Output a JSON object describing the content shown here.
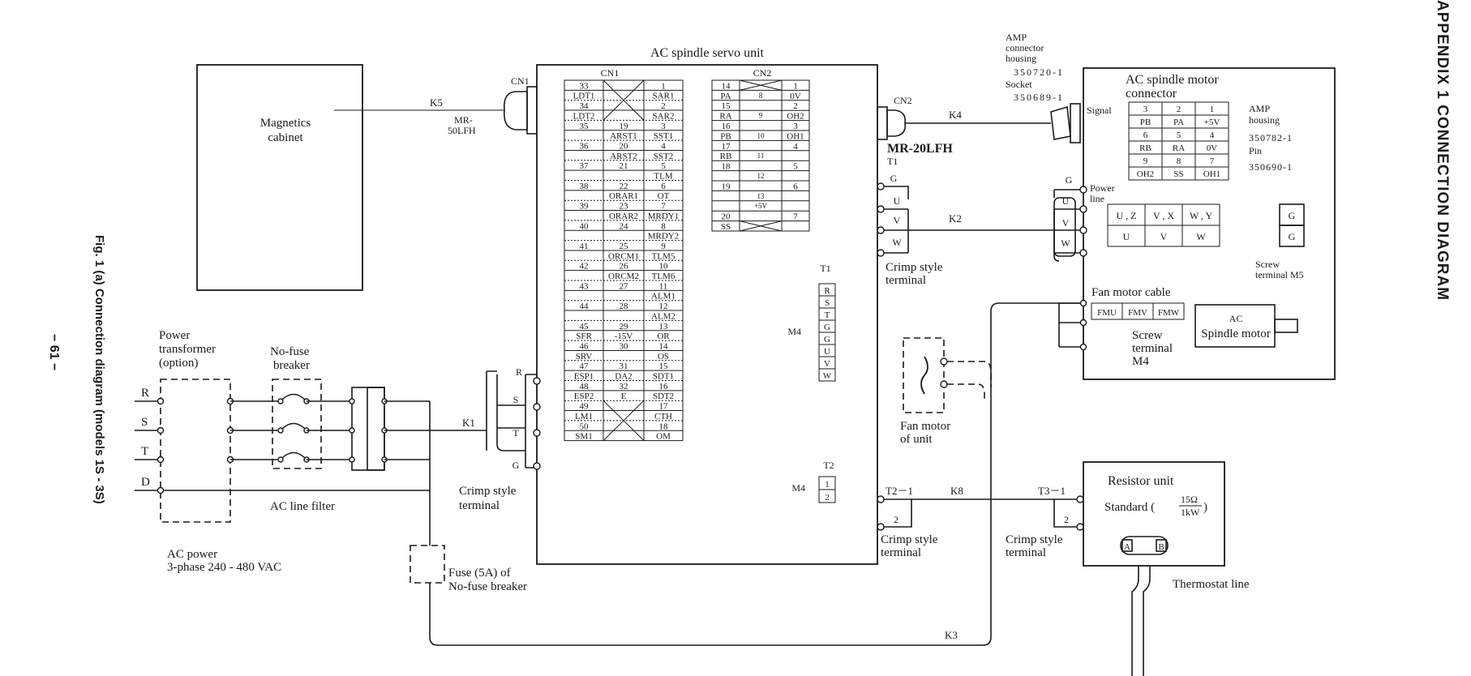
{
  "header": {
    "appendix_title": "APPENDIX 1  CONNECTION  DIAGRAM",
    "figure_caption": "Fig. 1 (a)  Connection diagram (models 1S - 3S)",
    "page_number": "− 61 −"
  },
  "servo_unit": {
    "title": "AC spindle servo unit",
    "cn1_label": "CN1",
    "cn2_label": "CN2",
    "t1_label": "T1",
    "t2_label": "T2",
    "m4_label": "M4",
    "t1_terminals": [
      "R",
      "S",
      "T",
      "G",
      "G",
      "U",
      "V",
      "W"
    ],
    "t2_terminals": [
      "1",
      "2"
    ],
    "cn1_rows": [
      {
        "a": "33",
        "b": "",
        "c": "1"
      },
      {
        "a": "LDT1",
        "b": "",
        "c": "SAR1"
      },
      {
        "a": "34",
        "b": "",
        "c": "2"
      },
      {
        "a": "LDT2",
        "b": "",
        "c": "SAR2"
      },
      {
        "a": "35",
        "b": "19",
        "c": "3"
      },
      {
        "a": "",
        "b": "ARST1",
        "c": "SST1"
      },
      {
        "a": "36",
        "b": "20",
        "c": "4"
      },
      {
        "a": "",
        "b": "ARST2",
        "c": "SST2"
      },
      {
        "a": "37",
        "b": "21",
        "c": "5"
      },
      {
        "a": "",
        "b": "",
        "c": "TLM"
      },
      {
        "a": "38",
        "b": "22",
        "c": "6"
      },
      {
        "a": "",
        "b": "ORAR1",
        "c": "OT"
      },
      {
        "a": "39",
        "b": "23",
        "c": "7"
      },
      {
        "a": "",
        "b": "ORAR2",
        "c": "MRDY1"
      },
      {
        "a": "40",
        "b": "24",
        "c": "8"
      },
      {
        "a": "",
        "b": "",
        "c": "MRDY2"
      },
      {
        "a": "41",
        "b": "25",
        "c": "9"
      },
      {
        "a": "",
        "b": "ORCM1",
        "c": "TLM5"
      },
      {
        "a": "42",
        "b": "26",
        "c": "10"
      },
      {
        "a": "",
        "b": "ORCM2",
        "c": "TLM6"
      },
      {
        "a": "43",
        "b": "27",
        "c": "11"
      },
      {
        "a": "",
        "b": "",
        "c": "ALM1"
      },
      {
        "a": "44",
        "b": "28",
        "c": "12"
      },
      {
        "a": "",
        "b": "",
        "c": "ALM2"
      },
      {
        "a": "45",
        "b": "29",
        "c": "13"
      },
      {
        "a": "SFR",
        "b": "-15V",
        "c": "OR"
      },
      {
        "a": "46",
        "b": "30",
        "c": "14"
      },
      {
        "a": "SRV",
        "b": "",
        "c": "OS"
      },
      {
        "a": "47",
        "b": "31",
        "c": "15"
      },
      {
        "a": "ESP1",
        "b": "DA2",
        "c": "SDT1"
      },
      {
        "a": "48",
        "b": "32",
        "c": "16"
      },
      {
        "a": "ESP2",
        "b": "E",
        "c": "SDT2"
      },
      {
        "a": "49",
        "b": "",
        "c": "17"
      },
      {
        "a": "LM1",
        "b": "",
        "c": "CTH"
      },
      {
        "a": "50",
        "b": "",
        "c": "18"
      },
      {
        "a": "SM1",
        "b": "",
        "c": "OM"
      }
    ],
    "cn2_rows": [
      {
        "a": "14",
        "b": "",
        "c": "1"
      },
      {
        "a": "PA",
        "b": "8",
        "c": "0V"
      },
      {
        "a": "15",
        "b": "",
        "c": "2"
      },
      {
        "a": "RA",
        "b": "9",
        "c": "OH2"
      },
      {
        "a": "16",
        "b": "",
        "c": "3"
      },
      {
        "a": "PB",
        "b": "10",
        "c": "OH1"
      },
      {
        "a": "17",
        "b": "",
        "c": "4"
      },
      {
        "a": "RB",
        "b": "11",
        "c": ""
      },
      {
        "a": "18",
        "b": "",
        "c": "5"
      },
      {
        "a": "",
        "b": "12",
        "c": ""
      },
      {
        "a": "19",
        "b": "",
        "c": "6"
      },
      {
        "a": "",
        "b": "13",
        "c": ""
      },
      {
        "a": "",
        "b": "+5V",
        "c": ""
      },
      {
        "a": "20",
        "b": "",
        "c": "7"
      },
      {
        "a": "SS",
        "b": "",
        "c": ""
      }
    ]
  },
  "magnetics": {
    "label_line1": "Magnetics",
    "label_line2": "cabinet"
  },
  "cables": {
    "k1": "K1",
    "k2": "K2",
    "k3": "K3",
    "k4": "K4",
    "k5": "K5",
    "k8": "K8",
    "cn1_plug": "CN1",
    "mr50_line1": "MR-",
    "mr50_line2": "50LFH",
    "cn2_plug": "CN2",
    "mr20": "MR-20LFH"
  },
  "power": {
    "transformer_line1": "Power",
    "transformer_line2": "transformer",
    "transformer_line3": "(option)",
    "breaker_line1": "No-fuse",
    "breaker_line2": "breaker",
    "phases": [
      "R",
      "S",
      "T",
      "D"
    ],
    "filter_label": "AC line filter",
    "supply_line1": "AC power",
    "supply_line2": "3-phase 240 - 480 VAC",
    "fuse_line1": "Fuse (5A) of",
    "fuse_line2": "No-fuse breaker"
  },
  "crimp": {
    "input_terminals": [
      "R",
      "S",
      "T",
      "G"
    ],
    "output_terminals": [
      "G",
      "U",
      "V",
      "W"
    ],
    "crimp_label_line1": "Crimp style",
    "crimp_label_line2": "terminal",
    "t1_label": "T1",
    "t2_1_label": "T2－1",
    "t2_2_label": "2",
    "t3_1_label": "T3－1",
    "t3_2_label": "2"
  },
  "fan": {
    "label_line1": "Fan motor",
    "label_line2": "of unit"
  },
  "amp": {
    "line1": "AMP",
    "line2": "connector",
    "line3": "housing",
    "part1": "350720-1",
    "socket": "Socket",
    "part2": "350689-1"
  },
  "motor_connector": {
    "title_line1": "AC spindle motor",
    "title_line2": "connector",
    "signal_label": "Signal",
    "power_label_line1": "Power",
    "power_label_line2": "line",
    "grid": [
      [
        "3",
        "2",
        "1"
      ],
      [
        "PB",
        "PA",
        "+5V"
      ],
      [
        "6",
        "5",
        "4"
      ],
      [
        "RB",
        "RA",
        "0V"
      ],
      [
        "9",
        "8",
        "7"
      ],
      [
        "OH2",
        "SS",
        "OH1"
      ]
    ],
    "amp_housing_line1": "AMP",
    "amp_housing_line2": "housing",
    "housing_part": "350782-1",
    "pin_label": "Pin",
    "pin_part": "350690-1",
    "power_top": [
      "U , Z",
      "V , X",
      "W , Y"
    ],
    "power_bottom": [
      "U",
      "V",
      "W"
    ],
    "g_top": "G",
    "g_bottom": "G",
    "screw_m5_line1": "Screw",
    "screw_m5_line2": "terminal M5",
    "motor_terms": [
      "G",
      "U",
      "V",
      "W"
    ],
    "fan_cable": "Fan motor cable",
    "fan_terms": [
      "FMU",
      "FMV",
      "FMW"
    ],
    "screw_m4_line1": "Screw",
    "screw_m4_line2": "terminal",
    "screw_m4_line3": "M4",
    "motor_line1": "AC",
    "motor_line2": "Spindle motor"
  },
  "resistor": {
    "title": "Resistor unit",
    "standard": "Standard (",
    "ohms": "15Ω",
    "kw": "1kW",
    "close": ")",
    "a": "A",
    "b": "B",
    "thermostat": "Thermostat line"
  }
}
